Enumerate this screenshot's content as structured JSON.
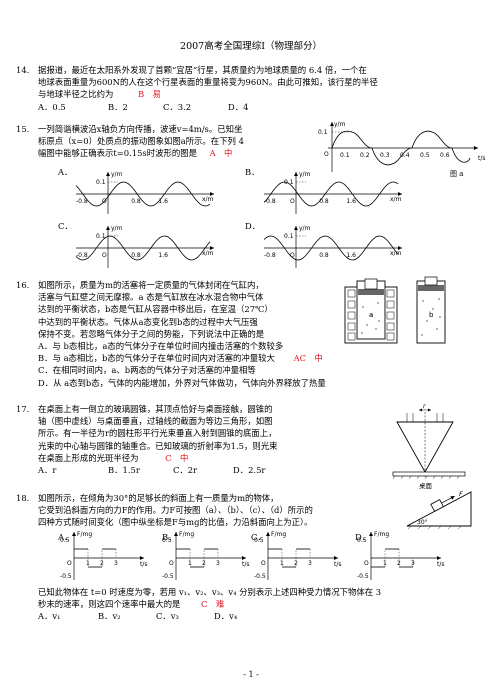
{
  "title": "2007高考全国理综Ⅰ（物理部分）",
  "q14": {
    "num": "14.",
    "l1": "据报道，最近在太阳系外发现了首颗“宜居”行星，其质量约为地球质量的 6.4 倍，一个在",
    "l2": "地球表面重量为600N的人在这个行星表面的重量将变为960N。由此可推知，该行星的半径",
    "l3": "与地球半径之比约为",
    "ans": "B　易",
    "opts": [
      "A．0.5",
      "B．2",
      "C．3.2",
      "D．4"
    ]
  },
  "q15": {
    "num": "15.",
    "l1": "一列简谐横波沿x轴负方向传播，波速v=4m/s。已知坐",
    "l2": "标原点（x=0）处质点的振动图象如图a所示。在下列 4",
    "l3": "幅图中能够正确表示t=0.15s时波形的图是",
    "ans": "A　中",
    "fig_caption": "图 a",
    "fig_a": {
      "ylabel": "y/m",
      "xlabel": "t/s",
      "yval": "0.1",
      "origin": "O",
      "ticks": [
        "0.1",
        "0.2",
        "0.3",
        "0.4",
        "0.5",
        "0.6"
      ]
    },
    "opt_labels": [
      "A．",
      "B．",
      "C．",
      "D．"
    ],
    "graph": {
      "ylabel": "y/m",
      "xlabel": "x/m",
      "yval": "0.1",
      "neg": "-0.8",
      "origin": "O",
      "t1": "0.8",
      "t2": "1.6"
    }
  },
  "q16": {
    "num": "16.",
    "l1": "如图所示，质量为m的活塞将一定质量的气体封闭在气缸内，",
    "l2": "活塞与气缸壁之间无摩擦。a 态是气缸放在冰水混合物中气体",
    "l3": "达到的平衡状态，b态是气缸从容器中移出后，在室温（27℃）",
    "l4": "中达到的平衡状态。气体从a态变化到b态的过程中大气压强",
    "l5": "保持不变。若忽略气体分子之间的势能，下列说法中正确的是",
    "oA": "A．与 b态相比，a态的气体分子在单位时间内撞击活塞的个数较多",
    "oB": "B．与 a态相比，b态的气体分子在单位时间内对活塞的冲量较大",
    "ans": "AC　中",
    "oC": "C．在相同时间内，a、b两态的气体分子对活塞的冲量相等",
    "oD": "D．从 a态到b态，气体的内能增加，外界对气体做功，气体向外界释放了热量",
    "fig_a": "a",
    "fig_b": "b"
  },
  "q17": {
    "num": "17.",
    "l1": "在桌面上有一倒立的玻璃圆锥，其顶点恰好与桌面接触，圆锥的",
    "l2": "轴（图中虚线）与桌面垂直，过轴线的截面为等边三角形，如图",
    "l3": "所示。有一半径为r的圆柱形平行光束垂直入射到圆锥的底面上，",
    "l4": "光束的中心轴与圆锥的轴重合。已知玻璃的折射率为1.5，则光束",
    "l5": "在桌面上形成的光斑半径为",
    "ans": "C　中",
    "opts": [
      "A．r",
      "B．1.5r",
      "C．2r",
      "D．2.5r"
    ],
    "fig_r": "r",
    "fig_table": "桌面"
  },
  "q18": {
    "num": "18.",
    "l1": "如图所示，在倾角为30°的足够长的斜面上有一质量为m的物体，",
    "l2": "它受到沿斜面方向的力F的作用。力F可按图（a）、（b）、（c）、（d）所示的",
    "l3": "四种方式随时间变化（图中纵坐标是F与mg的比值，力沿斜面向上为正）。",
    "slope_F": "F",
    "slope_angle": "30°",
    "graph_labels": [
      "A．",
      "B．",
      "C．",
      "D．"
    ],
    "g": {
      "ylabel": "F/mg",
      "xlabel": "t/s",
      "pos": "0.5",
      "neg": "-0.5",
      "origin": "O",
      "t1": "1",
      "t2": "2",
      "t3": "3"
    },
    "l4": "已知此物体在 t=0 时速度为零，若用 v₁、v₂、v₃、v₄ 分别表示上述四种受力情况下物体在 3",
    "l5": "秒末的速率，则这四个速率中最大的是",
    "ans": "C　难",
    "opts": [
      "A．v₁",
      "B．v₂",
      "C．v₃",
      "D．v₄"
    ]
  },
  "footer": "- 1 -"
}
